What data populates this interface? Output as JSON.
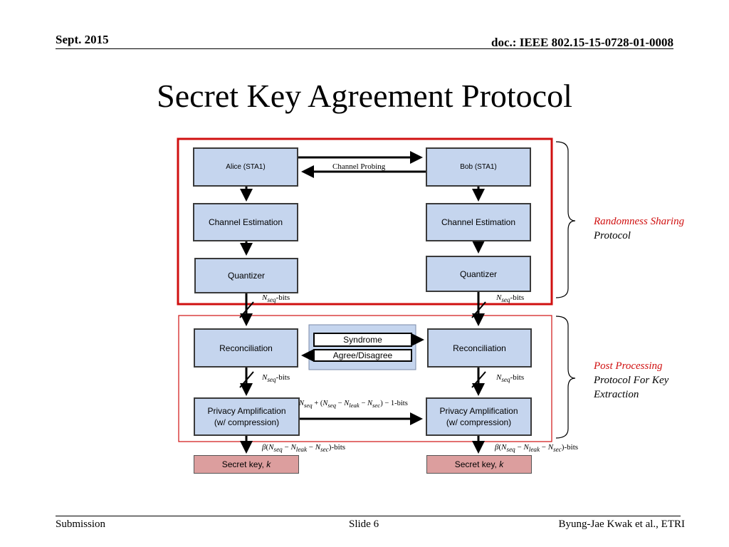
{
  "header": {
    "date": "Sept. 2015",
    "doc": "doc.: IEEE 802.15-15-0728-01-0008"
  },
  "title": "Secret Key Agreement Protocol",
  "diagram": {
    "alice": "Alice (STA1)",
    "bob": "Bob (STA1)",
    "channel_probing": "Channel Probing",
    "channel_estimation": "Channel Estimation",
    "quantizer": "Quantizer",
    "reconciliation": "Reconciliation",
    "syndrome": "Syndrome",
    "agree_disagree": "Agree/Disagree",
    "privacy_line1": "Privacy Amplification",
    "privacy_line2": "(w/ compression)",
    "secret_key": "Secret key, ",
    "secret_key_var": "k",
    "bits_suffix": "-bits",
    "one_bits_suffix": " − 1-bits",
    "colors": {
      "box_fill": "#c5d5ee",
      "key_fill": "#dc9e9e",
      "frame_red": "#d01010",
      "syndrome_bg": "#c5d5ee"
    }
  },
  "side_labels": {
    "randomness_line1": "Randomness Sharing",
    "randomness_line2": "Protocol",
    "post_line1": "Post Processing",
    "post_line2": "Protocol For Key",
    "post_line3": "Extraction"
  },
  "footer": {
    "left": "Submission",
    "center": "Slide 6",
    "right": "Byung-Jae Kwak et al., ETRI"
  }
}
